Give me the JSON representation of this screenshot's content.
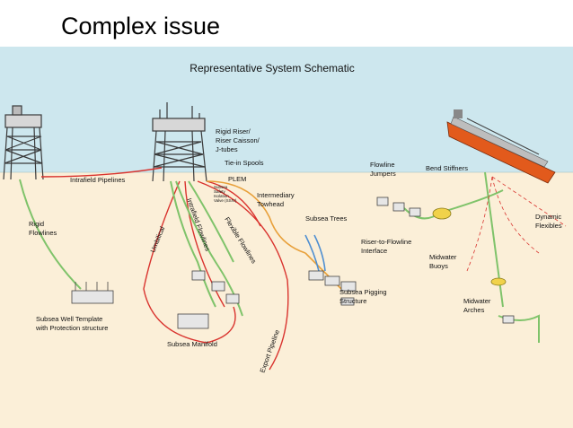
{
  "slide": {
    "title": "Complex issue"
  },
  "diagram": {
    "title": "Representative System Schematic",
    "labels": {
      "rigid_riser": [
        "Rigid Riser/",
        "Riser Caisson/",
        "J-tubes"
      ],
      "tie_in_spools": "Tie-in Spools",
      "plem": "PLEM",
      "ssiv": [
        "Subsea",
        "Safety",
        "Isolation",
        "Valve (SSIV)"
      ],
      "intermediary_towhead": [
        "Intermediary",
        "Towhead"
      ],
      "intrafield_pipelines": "Intrafield Pipelines",
      "rigid_flowlines": [
        "Rigid",
        "Flowlines"
      ],
      "umbilical": "Umbilical",
      "intrafield_flowlines": "Intrafield Flowlines",
      "flexible_flowlines": "Flexible Flowlines",
      "subsea_well_template": [
        "Subsea Well Template",
        "with Protection structure"
      ],
      "subsea_manifold": "Subsea Manifold",
      "export_pipeline": "Export Pipeline",
      "subsea_trees": "Subsea Trees",
      "flowline_jumpers": [
        "Flowline",
        "Jumpers"
      ],
      "bend_stiffners": "Bend Stiffners",
      "riser_to_flowline": [
        "Riser-to-Flowline",
        "Interface"
      ],
      "subsea_pigging": [
        "Subsea Pigging",
        "Structure"
      ],
      "midwater_buoys": [
        "Midwater",
        "Buoys"
      ],
      "dynamic_flexibles": [
        "Dynamic",
        "Flexibles"
      ],
      "midwater_arches": [
        "Midwater",
        "Arches"
      ]
    },
    "colors": {
      "sky": "#cde7ee",
      "seabed": "#fbefd8",
      "red_line": "#d9332e",
      "green_line": "#7fc36a",
      "orange_line": "#e8a03a",
      "blue_line": "#4f8fd1",
      "platform": "#3a3a3a",
      "fpso_hull": "#e25a1c"
    }
  }
}
